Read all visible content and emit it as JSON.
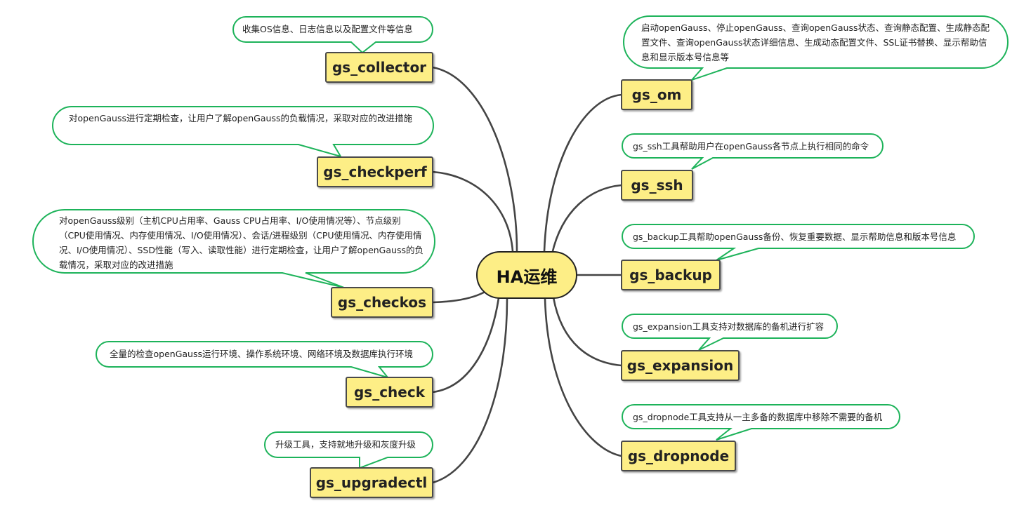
{
  "center": {
    "label": "HA运维"
  },
  "tools": {
    "gs_collector": {
      "label": "gs_collector",
      "desc": "收集OS信息、日志信息以及配置文件等信息"
    },
    "gs_checkperf": {
      "label": "gs_checkperf",
      "desc": "对openGauss进行定期检查，让用户了解openGauss的负载情况，采取对应的改进措施"
    },
    "gs_checkos": {
      "label": "gs_checkos",
      "desc": "对openGauss级别（主机CPU占用率、Gauss CPU占用率、I/O使用情况等）、节点级别（CPU使用情况、内存使用情况、I/O使用情况）、会话/进程级别（CPU使用情况、内存使用情况、I/O使用情况）、SSD性能（写入、读取性能）进行定期检查，让用户了解openGauss的负载情况，采取对应的改进措施"
    },
    "gs_check": {
      "label": "gs_check",
      "desc": "全量的检查openGauss运行环境、操作系统环境、网络环境及数据库执行环境"
    },
    "gs_upgradectl": {
      "label": "gs_upgradectl",
      "desc": "升级工具，支持就地升级和灰度升级"
    },
    "gs_om": {
      "label": "gs_om",
      "desc": "启动openGauss、停止openGauss、查询openGauss状态、查询静态配置、生成静态配置文件、查询openGauss状态详细信息、生成动态配置文件、SSL证书替换、显示帮助信息和显示版本号信息等"
    },
    "gs_ssh": {
      "label": "gs_ssh",
      "desc": "gs_ssh工具帮助用户在openGauss各节点上执行相同的命令"
    },
    "gs_backup": {
      "label": "gs_backup",
      "desc": "gs_backup工具帮助openGauss备份、恢复重要数据、显示帮助信息和版本号信息"
    },
    "gs_expansion": {
      "label": "gs_expansion",
      "desc": "gs_expansion工具支持对数据库的备机进行扩容"
    },
    "gs_dropnode": {
      "label": "gs_dropnode",
      "desc": "gs_dropnode工具支持从一主多备的数据库中移除不需要的备机"
    }
  },
  "colors": {
    "node_fill": "#fdee86",
    "node_border": "#4a4a4a",
    "callout_border": "#1db35a",
    "connector": "#444444"
  }
}
